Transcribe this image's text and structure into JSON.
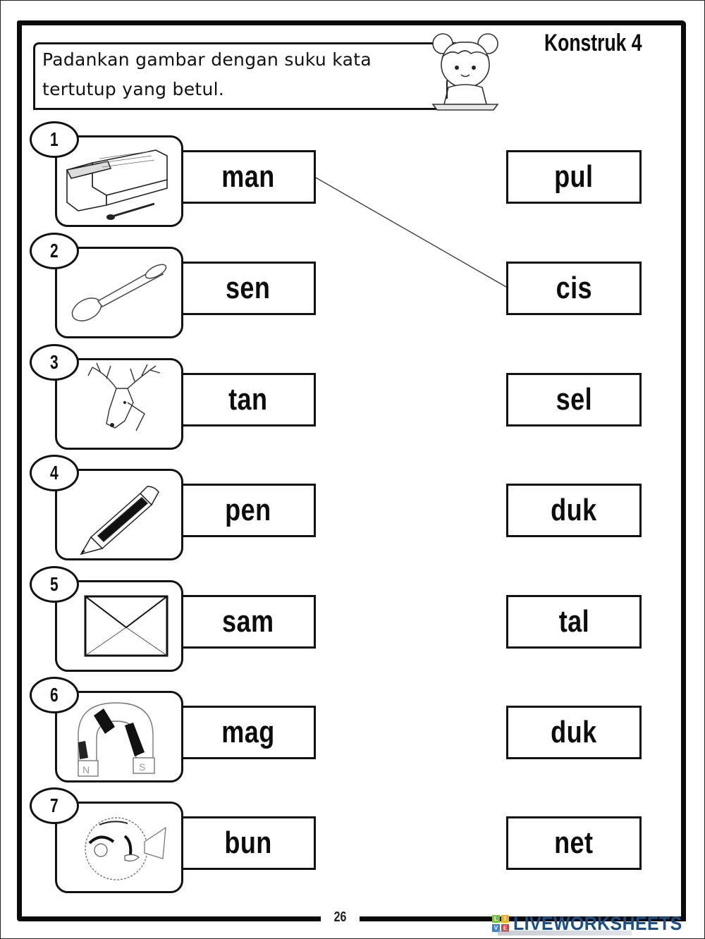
{
  "worksheet": {
    "instruction_line1": "Padankan gambar dengan suku kata",
    "instruction_line2": "tertutup yang betul.",
    "construct_label": "Konstruk 4",
    "page_number": "26"
  },
  "left_items": [
    {
      "number": "1",
      "picture": "matchbox-icon",
      "syllable": "man"
    },
    {
      "number": "2",
      "picture": "spoon-icon",
      "syllable": "sen"
    },
    {
      "number": "3",
      "picture": "deer-icon",
      "syllable": "tan"
    },
    {
      "number": "4",
      "picture": "pencil-icon",
      "syllable": "pen"
    },
    {
      "number": "5",
      "picture": "envelope-icon",
      "syllable": "sam"
    },
    {
      "number": "6",
      "picture": "magnet-icon",
      "syllable": "mag"
    },
    {
      "number": "7",
      "picture": "pufferfish-icon",
      "syllable": "bun"
    }
  ],
  "right_items": [
    {
      "syllable": "pul"
    },
    {
      "syllable": "cis"
    },
    {
      "syllable": "sel"
    },
    {
      "syllable": "duk"
    },
    {
      "syllable": "tal"
    },
    {
      "syllable": "duk"
    },
    {
      "syllable": "net"
    }
  ],
  "matches_drawn": [
    {
      "from": "man",
      "to": "cis"
    }
  ],
  "branding": {
    "logo_text": "LIVEWORKSHEETS",
    "logo_letters": [
      "L",
      "I",
      "V",
      "E"
    ],
    "logo_colors": [
      "#7dc142",
      "#f2b01e",
      "#3f7fd0",
      "#e23b3b"
    ],
    "text_color": "#1b4f8a"
  }
}
